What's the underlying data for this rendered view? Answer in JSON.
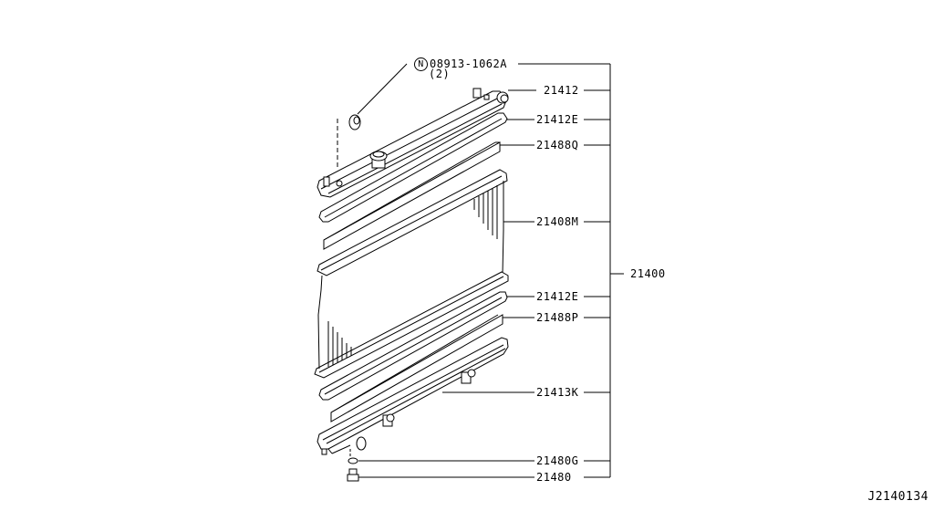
{
  "diagram": {
    "id": "J2140134",
    "assembly_label": "21400",
    "callouts": [
      {
        "part": "08913-1062A",
        "qty": "(2)",
        "prefix": "N"
      },
      {
        "part": "21412"
      },
      {
        "part": "21412E"
      },
      {
        "part": "21488Q"
      },
      {
        "part": "21408M"
      },
      {
        "part": "21412E"
      },
      {
        "part": "21488P"
      },
      {
        "part": "21413K"
      },
      {
        "part": "21480G"
      },
      {
        "part": "21480"
      }
    ],
    "colors": {
      "line": "#000000",
      "background": "#ffffff"
    }
  }
}
